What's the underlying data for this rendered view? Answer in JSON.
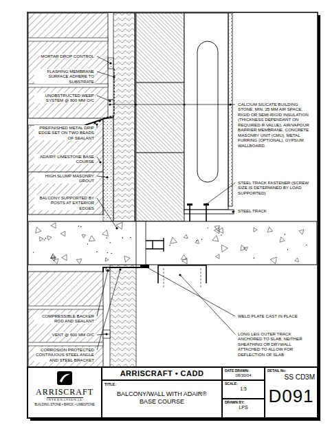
{
  "diagram": {
    "nodes": [
      {
        "text": [
          "ARRISCRAFT",
          "INTERNATIONAL",
          "BUILDING STONE • BRICK • LIMESTONE"
        ]
      },
      {
        "text": [
          "ARRISCRAFT • CADD"
        ]
      },
      {
        "text": [
          "TITLE:",
          "BALCONY/WALL WITH ADAIR® BASE COURSE"
        ]
      },
      {
        "text": [
          "DATE DRAWN:",
          "08/30/04"
        ]
      },
      {
        "text": [
          "SCALE:",
          "1:5"
        ]
      },
      {
        "text": [
          "DRAWN BY:",
          "LPS"
        ]
      },
      {
        "text": [
          "DETAIL No:",
          "SS CD3M",
          "D091"
        ]
      }
    ],
    "labels": [
      "MORTAR DROP CONTROL",
      "FLASHING MEMBRANE SURFACE ADHERE TO SUBSTRATE",
      "UNOBSTRUCTED WEEP SYSTEM @ 800 MM O/C",
      "PREFINISHED METAL DRIP EDGE SET ON TWO BEADS OF SEALANT",
      "ADAIR® LIMESTONE BASE COURSE",
      "HIGH SLUMP MASONRY GROUT",
      "BALCONY SUPPORTED BY POSTS AT EXTERIOR EDGES",
      "CALCIUM SILICATE BUILDING STONE, MIN. 25 MM AIR SPACE, RIGID OR SEMI-RIGID INSULATION (THICKNESS DEPENDANT ON REQUIRED R-VALUE), AIR/VAPOUR BARRIER MEMBRANE, CONCRETE MASONRY UNIT (CMU), METAL FURRING (OPTIONAL), GYPSUM WALLBOARD.",
      "STEEL TRACK FASTENER (SCREW SIZE IS DETERMINED BY LOAD SUPPORTED)",
      "STEEL TRACK",
      "COMPRESSIBLE BACKER ROD AND SEALANT",
      "WELD PLATE CAST IN PLACE",
      "VENT @ 600 MM O/C",
      "LONG LEG OUTER TRACK ANCHORED TO SLAB, NEITHER SHEATHING OR DRYWALL ATTACHED TO ALLOW FOR DEFLECTION OF SLAB",
      "CORROSION PROTECTED CONTINUOUS STEEL ANGLE AND STEEL BRACKET"
    ]
  }
}
